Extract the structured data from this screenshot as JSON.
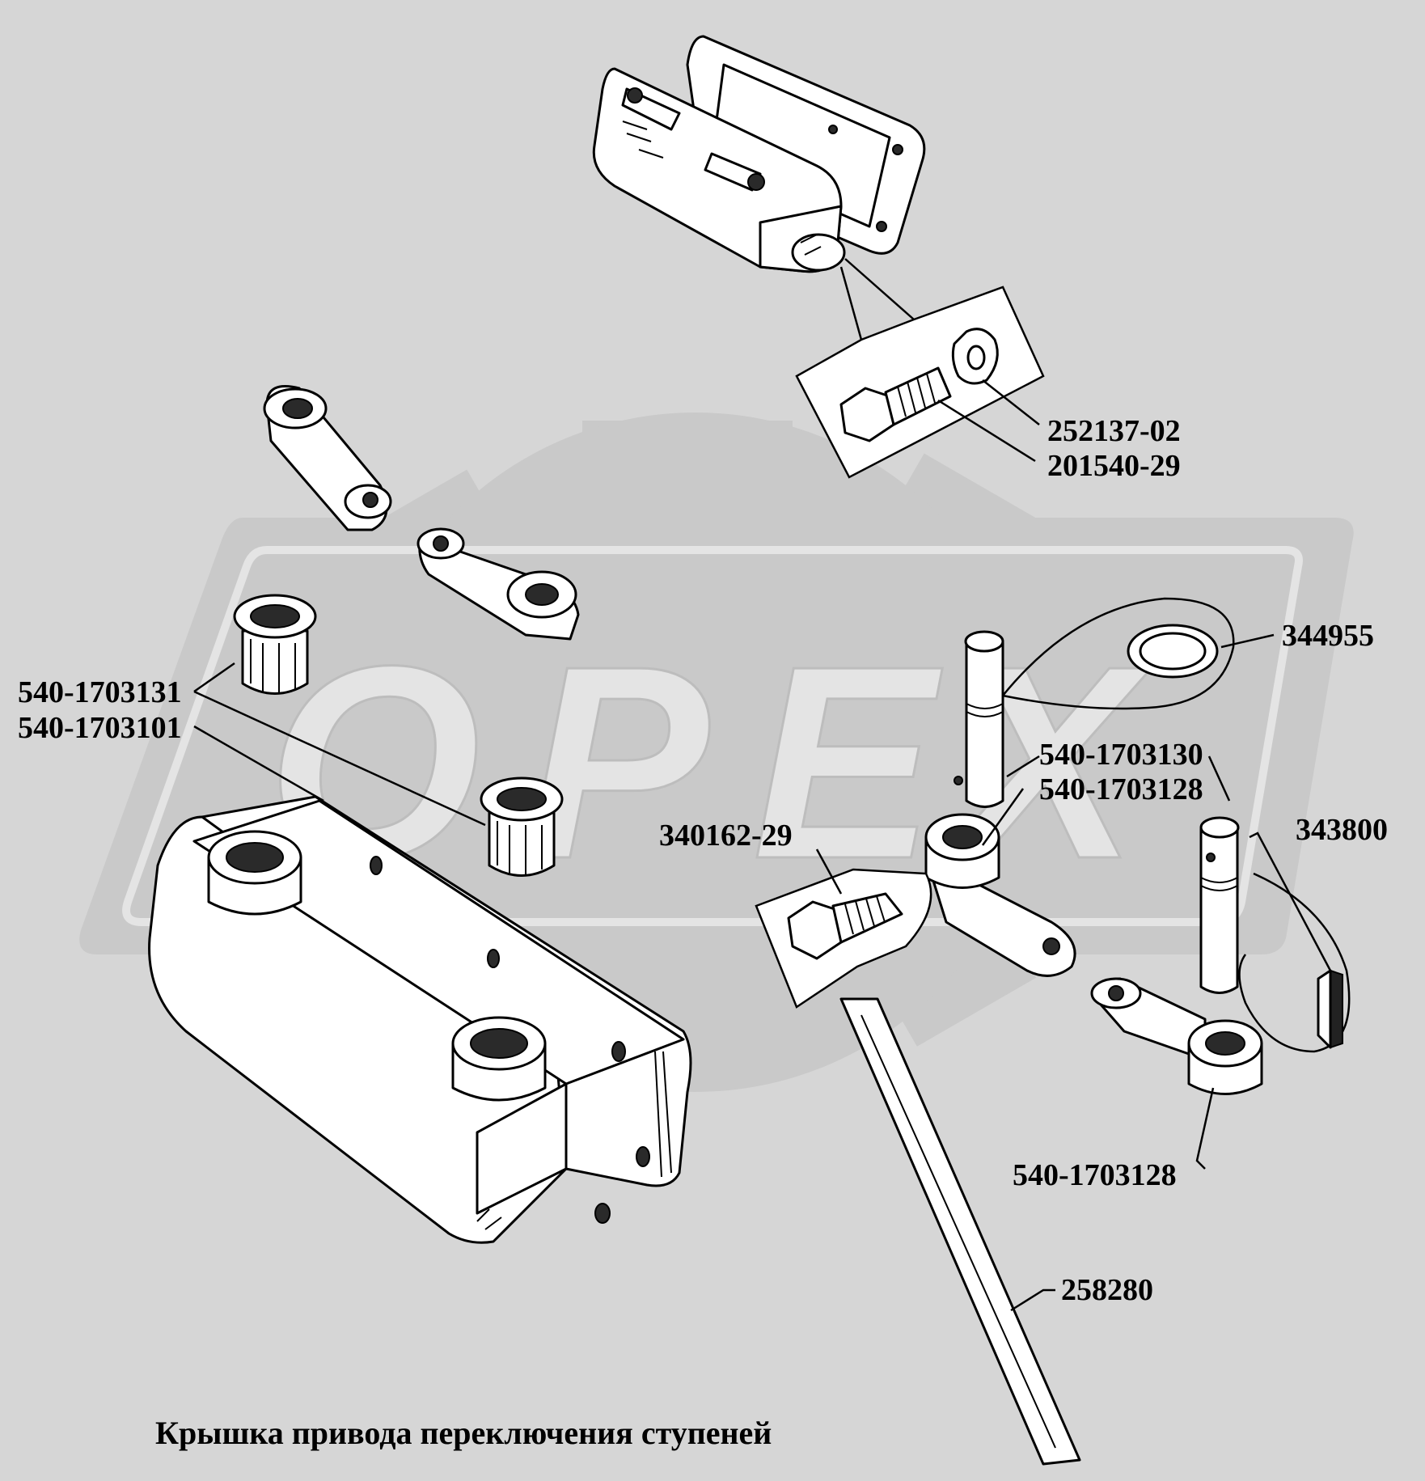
{
  "title": "Крышка привода переключения ступеней",
  "watermark": {
    "text": "OPEX",
    "color": "#c9c9c9"
  },
  "labels": {
    "p252137": "252137-02",
    "p201540": "201540-29",
    "p344955": "344955",
    "p1703131": "540-1703131",
    "p1703101": "540-1703101",
    "p1703130": "540-1703130",
    "p1703128a": "540-1703128",
    "p340162": "340162-29",
    "p343800": "343800",
    "p1703128b": "540-1703128",
    "p258280": "258280"
  }
}
